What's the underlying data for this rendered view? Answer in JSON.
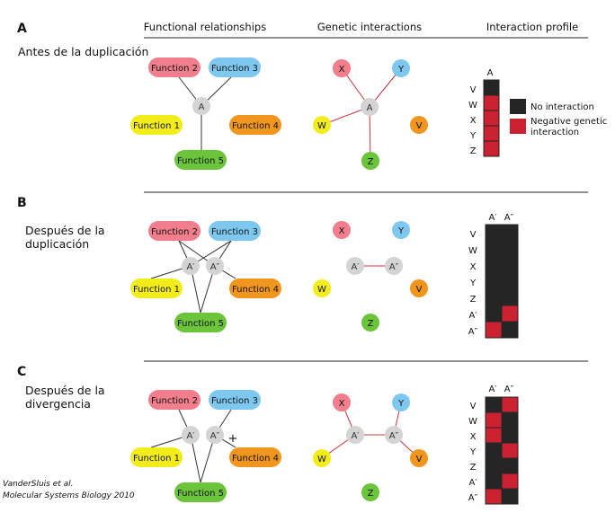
{
  "colors": {
    "function_2": "#f07e8c",
    "function_3": "#7ec8ef",
    "function_1": "#f2ec1a",
    "function_4": "#f0951e",
    "function_5": "#6cc43b",
    "gene": "#d4d4d4",
    "node_text": "#333333",
    "line": "#333333",
    "genetic_line": "#c8343c",
    "no_interaction": "#252525",
    "negative": "#cc2131",
    "rule": "#222222",
    "text": "#111111"
  },
  "headers": {
    "functional": "Functional relationships",
    "genetic": "Genetic interactions",
    "profile": "Interaction profile"
  },
  "legend": {
    "no_interaction": "No interaction",
    "negative_line1": "Negative genetic",
    "negative_line2": "interaction"
  },
  "panels": [
    {
      "letter": "A",
      "title_lines": [
        "Antes de la duplicación"
      ],
      "functions": [
        "Function 2",
        "Function 3",
        "Function 1",
        "Function 4",
        "Function 5"
      ],
      "genes": [
        "A"
      ],
      "partners": [
        "X",
        "Y",
        "W",
        "V",
        "Z"
      ],
      "mark": "",
      "profile": {
        "columns": [
          "A"
        ],
        "rows": [
          "V",
          "W",
          "X",
          "Y",
          "Z"
        ],
        "cells": [
          [
            0
          ],
          [
            1
          ],
          [
            1
          ],
          [
            1
          ],
          [
            1
          ]
        ]
      }
    },
    {
      "letter": "B",
      "title_lines": [
        "Después de la",
        "duplicación"
      ],
      "functions": [
        "Function 2",
        "Function 3",
        "Function 1",
        "Function 4",
        "Function 5"
      ],
      "genes": [
        "A′",
        "A″"
      ],
      "partners": [
        "X",
        "Y",
        "W",
        "V",
        "Z"
      ],
      "mark": "",
      "profile": {
        "columns": [
          "A′",
          "A″"
        ],
        "rows": [
          "V",
          "W",
          "X",
          "Y",
          "Z",
          "A′",
          "A″"
        ],
        "cells": [
          [
            0,
            0
          ],
          [
            0,
            0
          ],
          [
            0,
            0
          ],
          [
            0,
            0
          ],
          [
            0,
            0
          ],
          [
            0,
            1
          ],
          [
            1,
            0
          ]
        ]
      }
    },
    {
      "letter": "C",
      "title_lines": [
        "Después de la",
        "divergencia"
      ],
      "functions": [
        "Function 2",
        "Function 3",
        "Function 1",
        "Function 4",
        "Function 5"
      ],
      "genes": [
        "A′",
        "A″"
      ],
      "partners": [
        "X",
        "Y",
        "W",
        "V",
        "Z"
      ],
      "mark": "+",
      "profile": {
        "columns": [
          "A′",
          "A″"
        ],
        "rows": [
          "V",
          "W",
          "X",
          "Y",
          "Z",
          "A′",
          "A″"
        ],
        "cells": [
          [
            0,
            1
          ],
          [
            1,
            0
          ],
          [
            1,
            0
          ],
          [
            0,
            1
          ],
          [
            0,
            0
          ],
          [
            0,
            1
          ],
          [
            1,
            0
          ]
        ]
      }
    }
  ],
  "credit": {
    "line1": "VanderSluis et al.",
    "line2": "Molecular Systems Biology 2010"
  }
}
